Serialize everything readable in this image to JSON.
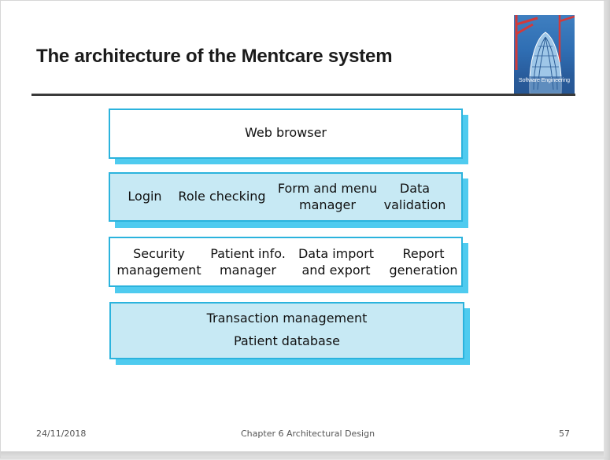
{
  "slide": {
    "title": "The architecture of the Mentcare system",
    "book_cover": {
      "title": "Software Engineering",
      "icon": "book-cover-image"
    }
  },
  "diagram": {
    "layers": [
      {
        "name": "web-browser-layer",
        "items": [
          "Web browser"
        ]
      },
      {
        "name": "ui-layer",
        "items": [
          "Login",
          "Role checking",
          "Form and menu\nmanager",
          "Data\nvalidation"
        ]
      },
      {
        "name": "services-layer",
        "items": [
          "Security\nmanagement",
          "Patient info.\nmanager",
          "Data import\nand export",
          "Report\ngeneration"
        ]
      },
      {
        "name": "data-layer",
        "items": [
          "Transaction management",
          "Patient database"
        ]
      }
    ],
    "colors": {
      "border": "#2bb3dd",
      "shadow": "#4fcbef",
      "fill_blue": "#c7e9f4",
      "fill_white": "#ffffff"
    }
  },
  "footer": {
    "date": "24/11/2018",
    "chapter": "Chapter 6 Architectural Design",
    "page": "57"
  }
}
